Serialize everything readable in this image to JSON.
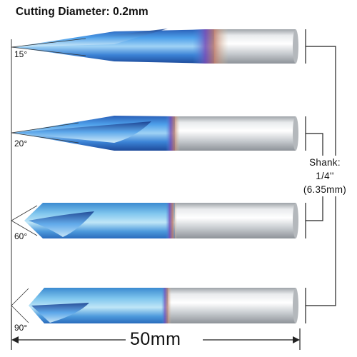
{
  "cutting_diameter": "Cutting Diameter: 0.2mm",
  "angles": [
    "15°",
    "20°",
    "60°",
    "90°"
  ],
  "shank": {
    "line1": "Shank:",
    "line2": "1/4''",
    "line3": "(6.35mm)"
  },
  "length": "50mm",
  "colors": {
    "coating_blue": "#2f7fd8",
    "coating_purple": "#7a4fb8",
    "shank_silver": "#d9dcdf",
    "outline": "#222222"
  },
  "icon_names": [
    "engraving-bit-icon",
    "dimension-bracket-icon",
    "ruler-arrow-icon"
  ]
}
